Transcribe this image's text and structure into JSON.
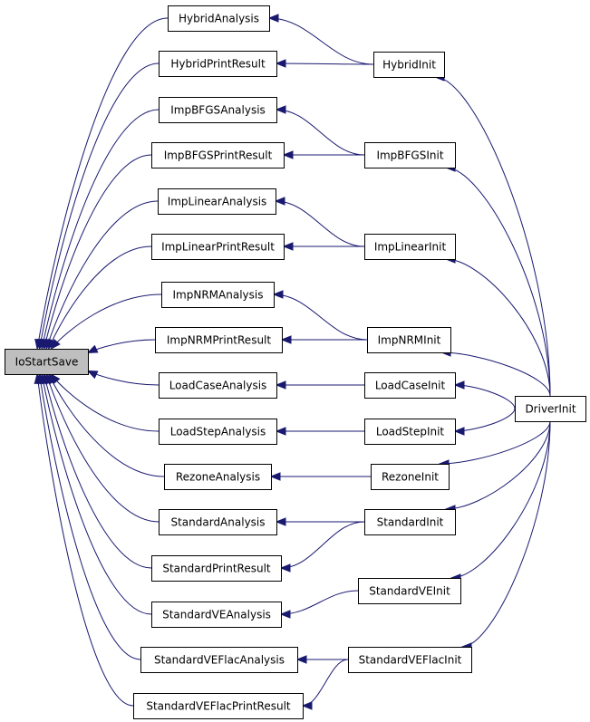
{
  "graph": {
    "edge_color": "#191970",
    "root_fill": "#bfbfbf",
    "nodes": [
      {
        "id": "IoStartSave",
        "label": "IoStartSave"
      },
      {
        "id": "HybridAnalysis",
        "label": "HybridAnalysis"
      },
      {
        "id": "HybridPrintResult",
        "label": "HybridPrintResult"
      },
      {
        "id": "ImpBFGSAnalysis",
        "label": "ImpBFGSAnalysis"
      },
      {
        "id": "ImpBFGSPrintResult",
        "label": "ImpBFGSPrintResult"
      },
      {
        "id": "ImpLinearAnalysis",
        "label": "ImpLinearAnalysis"
      },
      {
        "id": "ImpLinearPrintResult",
        "label": "ImpLinearPrintResult"
      },
      {
        "id": "ImpNRMAnalysis",
        "label": "ImpNRMAnalysis"
      },
      {
        "id": "ImpNRMPrintResult",
        "label": "ImpNRMPrintResult"
      },
      {
        "id": "LoadCaseAnalysis",
        "label": "LoadCaseAnalysis"
      },
      {
        "id": "LoadStepAnalysis",
        "label": "LoadStepAnalysis"
      },
      {
        "id": "RezoneAnalysis",
        "label": "RezoneAnalysis"
      },
      {
        "id": "StandardAnalysis",
        "label": "StandardAnalysis"
      },
      {
        "id": "StandardPrintResult",
        "label": "StandardPrintResult"
      },
      {
        "id": "StandardVEAnalysis",
        "label": "StandardVEAnalysis"
      },
      {
        "id": "StandardVEFlacAnalysis",
        "label": "StandardVEFlacAnalysis"
      },
      {
        "id": "StandardVEFlacPrintResult",
        "label": "StandardVEFlacPrintResult"
      },
      {
        "id": "HybridInit",
        "label": "HybridInit"
      },
      {
        "id": "ImpBFGSInit",
        "label": "ImpBFGSInit"
      },
      {
        "id": "ImpLinearInit",
        "label": "ImpLinearInit"
      },
      {
        "id": "ImpNRMInit",
        "label": "ImpNRMInit"
      },
      {
        "id": "LoadCaseInit",
        "label": "LoadCaseInit"
      },
      {
        "id": "LoadStepInit",
        "label": "LoadStepInit"
      },
      {
        "id": "RezoneInit",
        "label": "RezoneInit"
      },
      {
        "id": "StandardInit",
        "label": "StandardInit"
      },
      {
        "id": "StandardVEInit",
        "label": "StandardVEInit"
      },
      {
        "id": "StandardVEFlacInit",
        "label": "StandardVEFlacInit"
      },
      {
        "id": "DriverInit",
        "label": "DriverInit"
      }
    ],
    "edges": [
      {
        "from": "HybridAnalysis",
        "to": "IoStartSave"
      },
      {
        "from": "HybridPrintResult",
        "to": "IoStartSave"
      },
      {
        "from": "ImpBFGSAnalysis",
        "to": "IoStartSave"
      },
      {
        "from": "ImpBFGSPrintResult",
        "to": "IoStartSave"
      },
      {
        "from": "ImpLinearAnalysis",
        "to": "IoStartSave"
      },
      {
        "from": "ImpLinearPrintResult",
        "to": "IoStartSave"
      },
      {
        "from": "ImpNRMAnalysis",
        "to": "IoStartSave"
      },
      {
        "from": "ImpNRMPrintResult",
        "to": "IoStartSave"
      },
      {
        "from": "LoadCaseAnalysis",
        "to": "IoStartSave"
      },
      {
        "from": "LoadStepAnalysis",
        "to": "IoStartSave"
      },
      {
        "from": "RezoneAnalysis",
        "to": "IoStartSave"
      },
      {
        "from": "StandardAnalysis",
        "to": "IoStartSave"
      },
      {
        "from": "StandardPrintResult",
        "to": "IoStartSave"
      },
      {
        "from": "StandardVEAnalysis",
        "to": "IoStartSave"
      },
      {
        "from": "StandardVEFlacAnalysis",
        "to": "IoStartSave"
      },
      {
        "from": "StandardVEFlacPrintResult",
        "to": "IoStartSave"
      },
      {
        "from": "HybridInit",
        "to": "HybridAnalysis"
      },
      {
        "from": "HybridInit",
        "to": "HybridPrintResult"
      },
      {
        "from": "ImpBFGSInit",
        "to": "ImpBFGSAnalysis"
      },
      {
        "from": "ImpBFGSInit",
        "to": "ImpBFGSPrintResult"
      },
      {
        "from": "ImpLinearInit",
        "to": "ImpLinearAnalysis"
      },
      {
        "from": "ImpLinearInit",
        "to": "ImpLinearPrintResult"
      },
      {
        "from": "ImpNRMInit",
        "to": "ImpNRMAnalysis"
      },
      {
        "from": "ImpNRMInit",
        "to": "ImpNRMPrintResult"
      },
      {
        "from": "LoadCaseInit",
        "to": "LoadCaseAnalysis"
      },
      {
        "from": "LoadStepInit",
        "to": "LoadStepAnalysis"
      },
      {
        "from": "RezoneInit",
        "to": "RezoneAnalysis"
      },
      {
        "from": "StandardInit",
        "to": "StandardAnalysis"
      },
      {
        "from": "StandardInit",
        "to": "StandardPrintResult"
      },
      {
        "from": "StandardVEInit",
        "to": "StandardVEAnalysis"
      },
      {
        "from": "StandardVEFlacInit",
        "to": "StandardVEFlacAnalysis"
      },
      {
        "from": "StandardVEFlacInit",
        "to": "StandardVEFlacPrintResult"
      },
      {
        "from": "DriverInit",
        "to": "HybridInit"
      },
      {
        "from": "DriverInit",
        "to": "ImpBFGSInit"
      },
      {
        "from": "DriverInit",
        "to": "ImpLinearInit"
      },
      {
        "from": "DriverInit",
        "to": "ImpNRMInit"
      },
      {
        "from": "DriverInit",
        "to": "LoadCaseInit"
      },
      {
        "from": "DriverInit",
        "to": "LoadStepInit"
      },
      {
        "from": "DriverInit",
        "to": "RezoneInit"
      },
      {
        "from": "DriverInit",
        "to": "StandardInit"
      },
      {
        "from": "DriverInit",
        "to": "StandardVEInit"
      },
      {
        "from": "DriverInit",
        "to": "StandardVEFlacInit"
      }
    ]
  }
}
